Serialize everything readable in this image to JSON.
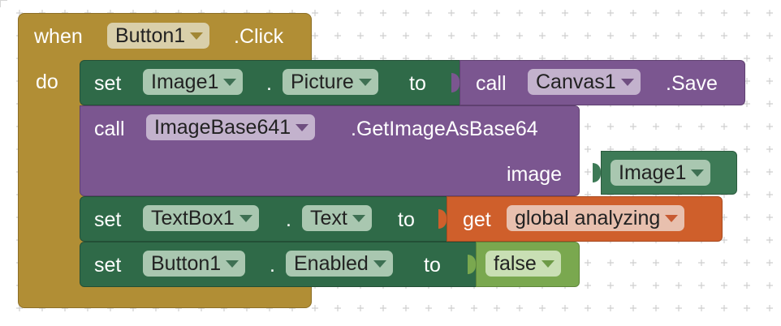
{
  "event_block": {
    "when": "when",
    "component": "Button1",
    "event": ".Click",
    "do": "do",
    "color": "#b18e35"
  },
  "set_picture": {
    "set": "set",
    "component": "Image1",
    "dot": ".",
    "property": "Picture",
    "to": "to",
    "call": "call",
    "call_component": "Canvas1",
    "method": ".Save"
  },
  "call_getimage": {
    "call": "call",
    "component": "ImageBase641",
    "method": ".GetImageAsBase64",
    "param_label": "image",
    "param_value": "Image1"
  },
  "set_text": {
    "set": "set",
    "component": "TextBox1",
    "dot": ".",
    "property": "Text",
    "to": "to",
    "get": "get",
    "variable": "global analyzing"
  },
  "set_enabled": {
    "set": "set",
    "component": "Button1",
    "dot": ".",
    "property": "Enabled",
    "to": "to",
    "value": "false"
  },
  "colors": {
    "event": "#b18e35",
    "setter": "#2f6a48",
    "component_call": "#7b5690",
    "variable": "#cf5f2b",
    "logic": "#7aa84f"
  }
}
